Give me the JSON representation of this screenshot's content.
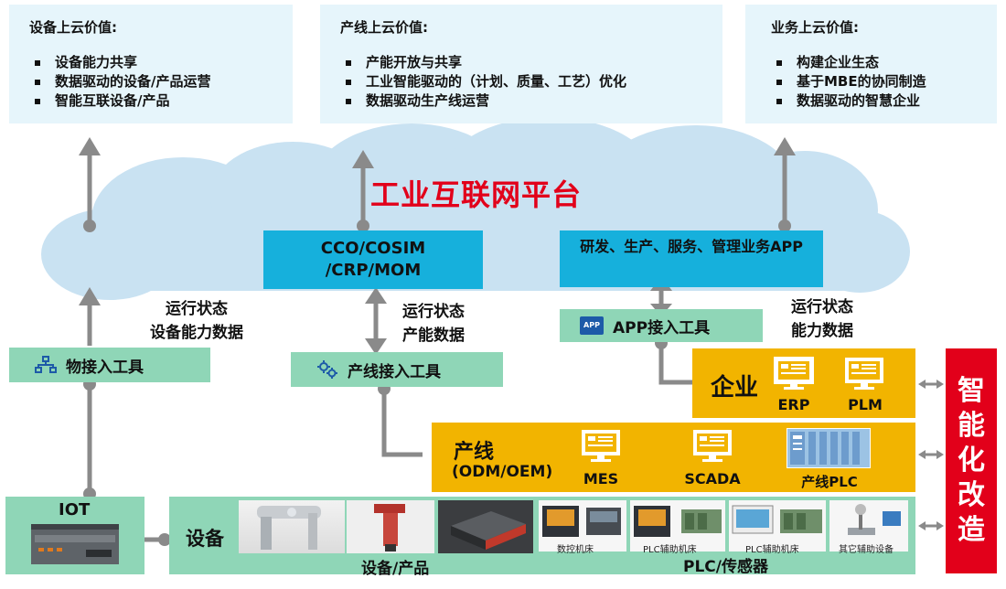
{
  "values": {
    "device": {
      "title": "设备上云价值:",
      "items": [
        "设备能力共享",
        "数据驱动的设备/产品运营",
        "智能互联设备/产品"
      ]
    },
    "line": {
      "title": "产线上云价值:",
      "items": [
        "产能开放与共享",
        "工业智能驱动的（计划、质量、工艺）优化",
        "数据驱动生产线运营"
      ]
    },
    "business": {
      "title": "业务上云价值:",
      "items": [
        "构建企业生态",
        "基于MBE的协同制造",
        "数据驱动的智慧企业"
      ]
    }
  },
  "platform": {
    "title": "工业互联网平台",
    "cco": "CCO/COSIM /CRP/MOM",
    "apps": "研发、生产、服务、管理业务APP"
  },
  "flows": {
    "left": [
      "运行状态",
      "设备能力数据"
    ],
    "middle": [
      "运行状态",
      "产能数据"
    ],
    "right": [
      "运行状态",
      "能力数据"
    ]
  },
  "tools": {
    "things": "物接入工具",
    "line": "产线接入工具",
    "app": "APP接入工具",
    "app_icon_text": "APP"
  },
  "enterprise": {
    "label": "企业",
    "systems": [
      "ERP",
      "PLM"
    ]
  },
  "production_line": {
    "label": "产线",
    "sub": "(ODM/OEM)",
    "systems": [
      "MES",
      "SCADA",
      "产线PLC"
    ]
  },
  "devices": {
    "iot": "IOT",
    "label": "设备",
    "products_label": "设备/产品",
    "sensors_label": "PLC/传感器",
    "photo_captions": [
      "数控机床",
      "PLC辅助机床",
      "PLC辅助机床",
      "其它辅助设备"
    ]
  },
  "transform": "智能化改造",
  "colors": {
    "teal": "#16b0dc",
    "green": "#8fd6b7",
    "gold": "#f2b400",
    "red": "#e2001a",
    "cloud": "#c9e2f2",
    "arrow": "#8a8a8a"
  }
}
